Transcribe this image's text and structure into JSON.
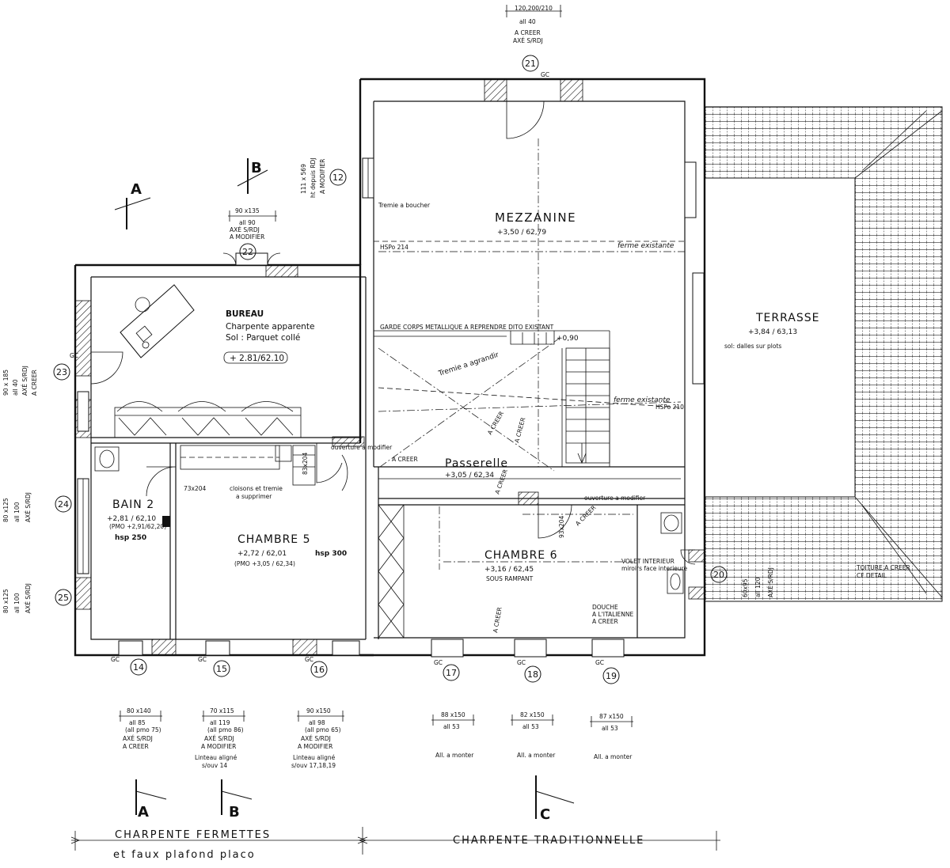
{
  "rooms": {
    "mezzanine": {
      "name": "MEZZANINE",
      "level": "+3,50 / 62,79"
    },
    "terrasse": {
      "name": "TERRASSE",
      "level": "+3,84 / 63,13",
      "note": "sol: dalles sur plots"
    },
    "bureau": {
      "name": "BUREAU",
      "line1": "Charpente apparente",
      "line2": "Sol : Parquet collé",
      "level": "+ 2.81/62.10"
    },
    "passerelle": {
      "name": "Passerelle",
      "level": "+3,05 / 62,34"
    },
    "bain2": {
      "name": "BAIN 2",
      "level": "+2,81 / 62,10",
      "pmo": "(PMO +2,91/62,20)",
      "hsp": "hsp 250"
    },
    "chambre5": {
      "name": "CHAMBRE 5",
      "level": "+2,72 / 62,01",
      "pmo": "(PMO +3,05 / 62,34)",
      "hsp": "hsp 300"
    },
    "chambre6": {
      "name": "CHAMBRE 6",
      "level": "+3,16 / 62,45",
      "note": "SOUS RAMPANT"
    }
  },
  "annotations": {
    "tremie_boucher": "Tremie a boucher",
    "hspo214": "HSPo 214",
    "hspo210": "HSPo 210",
    "ferme_existante": "ferme existante",
    "garde_corps": "GARDE CORPS METALLIQUE A REPRENDRE DITO EXISTANT",
    "tremie_agrandir": "Tremie a agrandir",
    "a_creer": "A CREER",
    "plus090": "+0,90",
    "ouverture_modifier": "ouverture a modifier",
    "cloisons": "cloisons et tremie",
    "cloisons2": "a supprimer",
    "dim83x204": "83x204",
    "dim73x204": "73x204",
    "dim93x204": "93x204",
    "volet": "VOLET INTERIEUR",
    "volet2": "miroirs face interieure",
    "douche": "DOUCHE",
    "douche2": "A L'ITALIENNE",
    "douche3": "A CREER",
    "toiture": "TOITURE A CREER",
    "toiture2": "CF DETAIL",
    "gc": "GC",
    "ht_depuis": "ht depuis RDJ",
    "a_modifier": "A MODIFIER",
    "dim111": "111 x 569"
  },
  "openings": [
    {
      "id": "21",
      "size": "120,200/210",
      "all": "all 40",
      "l1": "A CREER",
      "l2": "AXÉ S/RDJ"
    },
    {
      "id": "22",
      "size": "90 x135",
      "all": "all 90",
      "l1": "AXÉ S/RDJ",
      "l2": "A MODIFIER"
    },
    {
      "id": "23",
      "size": "90 x 185",
      "all": "all 40",
      "l1": "AXÉ S/RDJ",
      "l2": "A CREER"
    },
    {
      "id": "24",
      "size": "80 x125",
      "all": "all 100",
      "l1": "AXÉ S/RDJ",
      "l2": ""
    },
    {
      "id": "25",
      "size": "80 x125",
      "all": "all 100",
      "l1": "AXÉ S/RDJ",
      "l2": ""
    },
    {
      "id": "20",
      "size": "60x95",
      "all": "all 120",
      "l1": "AXÉ S/RDJ",
      "l2": ""
    },
    {
      "id": "12",
      "size": "",
      "all": "",
      "l1": "",
      "l2": ""
    }
  ],
  "bottom_openings": [
    {
      "id": "14",
      "size": "80 x140",
      "all": "all 85",
      "pmo": "(all pmo 75)",
      "l1": "AXÉ S/RDJ",
      "l2": "A CREER",
      "l3": "",
      "l4": ""
    },
    {
      "id": "15",
      "size": "70 x115",
      "all": "all 119",
      "pmo": "(all pmo 86)",
      "l1": "AXÉ S/RDJ",
      "l2": "A MODIFIER",
      "l3": "Linteau aligné",
      "l4": "s/ouv 14"
    },
    {
      "id": "16",
      "size": "90 x150",
      "all": "all 98",
      "pmo": "(all pmo 65)",
      "l1": "AXÉ S/RDJ",
      "l2": "A MODIFIER",
      "l3": "Linteau aligné",
      "l4": "s/ouv 17,18,19"
    },
    {
      "id": "17",
      "size": "88 x150",
      "all": "all 53",
      "pmo": "",
      "l1": "All. a monter",
      "l2": "",
      "l3": "",
      "l4": ""
    },
    {
      "id": "18",
      "size": "82 x150",
      "all": "all 53",
      "pmo": "",
      "l1": "All. a monter",
      "l2": "",
      "l3": "",
      "l4": ""
    },
    {
      "id": "19",
      "size": "87 x150",
      "all": "all 53",
      "pmo": "",
      "l1": "All. a monter",
      "l2": "",
      "l3": "",
      "l4": ""
    }
  ],
  "sections": {
    "a": "A",
    "b": "B",
    "c": "C"
  },
  "footer": {
    "left_line1": "CHARPENTE FERMETTES",
    "left_line2": "et faux plafond placo",
    "right_line1": "CHARPENTE TRADITIONNELLE"
  }
}
